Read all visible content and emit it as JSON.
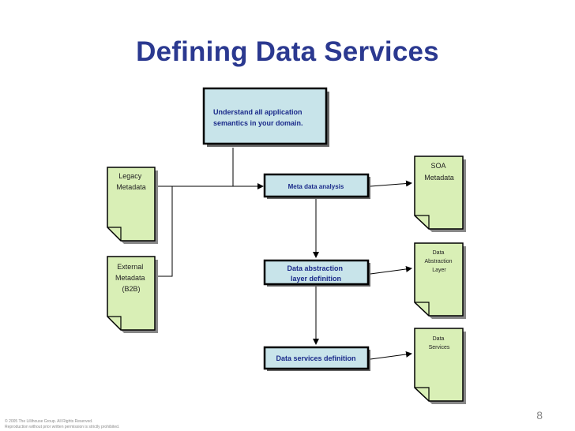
{
  "slide": {
    "title": "Defining Data Services",
    "page_number": "8",
    "footer_line1": "© 2005 The Lillihouse Group. All Rights Reserved.",
    "footer_line2": "Reproduction without prior written permission is strictly prohibited."
  },
  "diagram": {
    "understand_box": [
      "Understand all application",
      "semantics in your domain."
    ],
    "process_boxes": {
      "meta_data_analysis": "Meta data analysis",
      "data_abstraction": [
        "Data abstraction",
        "layer definition"
      ],
      "data_services_definition": "Data services definition"
    },
    "input_docs": {
      "legacy": [
        "Legacy",
        "Metadata"
      ],
      "external": [
        "External",
        "Metadata",
        "(B2B)"
      ]
    },
    "output_docs": {
      "soa": [
        "SOA",
        "Metadata"
      ],
      "abstraction_layer": [
        "Data",
        "Abstraction",
        "Layer"
      ],
      "services": [
        "Data",
        "Services"
      ]
    }
  },
  "colors": {
    "title": "#2b3990",
    "box_fill": "#c8e4ea",
    "doc_fill": "#d9efb6",
    "outline": "#000000"
  }
}
